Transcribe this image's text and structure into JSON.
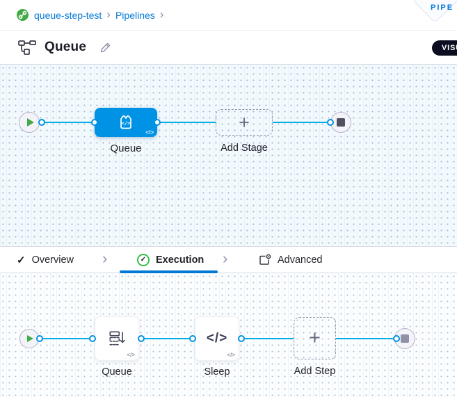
{
  "breadcrumb": {
    "project_label": "queue-step-test",
    "pipelines_label": "Pipelines",
    "separator": "›"
  },
  "ribbon": {
    "label": "PIPE"
  },
  "title_bar": {
    "title": "Queue",
    "view_toggle_label": "VISUAL"
  },
  "pipeline_canvas": {
    "stage_label": "Queue",
    "add_stage_label": "Add Stage",
    "plus": "+",
    "code_badge": "</>"
  },
  "tabs": {
    "check": "✓",
    "overview_label": "Overview",
    "execution_label": "Execution",
    "advanced_label": "Advanced",
    "separator": "›"
  },
  "execution_canvas": {
    "step_queue_label": "Queue",
    "step_sleep_label": "Sleep",
    "sleep_glyph": "</>",
    "add_step_label": "Add Step",
    "plus": "+",
    "code_badge": "</>"
  },
  "colors": {
    "primary_blue": "#0278d5",
    "stage_blue": "#0092e4",
    "connector_blue": "#00ade4",
    "green": "#42ab45",
    "dark_pill": "#0b0d20"
  }
}
